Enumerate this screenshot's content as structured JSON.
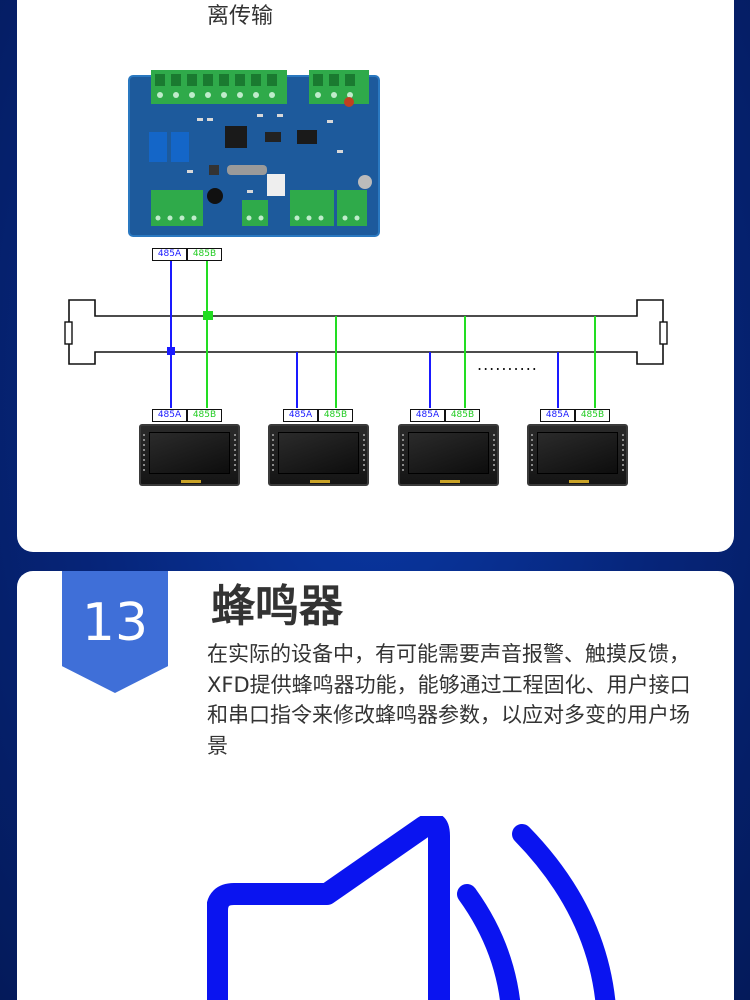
{
  "top_section": {
    "description_tail": "离传输",
    "pcb_image": "controller-circuit-board",
    "master_labels": {
      "a": "485A",
      "b": "485B"
    },
    "slave_labels": [
      {
        "a": "485A",
        "b": "485B"
      },
      {
        "a": "485A",
        "b": "485B"
      },
      {
        "a": "485A",
        "b": "485B"
      },
      {
        "a": "485A",
        "b": "485B"
      }
    ],
    "ellipsis": "..........",
    "colors": {
      "line_a": "#1a1aff",
      "line_b": "#22dd22",
      "bus": "#111111"
    }
  },
  "feature": {
    "number": "13",
    "title": "蜂鸣器",
    "description": "在实际的设备中，有可能需要声音报警、触摸反馈，XFD提供蜂鸣器功能，能够通过工程固化、用户接口和串口指令来修改蜂鸣器参数，以应对多变的用户场景",
    "icon": "speaker-sound-icon",
    "colors": {
      "badge": "#3f6fd8",
      "icon": "#0a14f0"
    }
  }
}
